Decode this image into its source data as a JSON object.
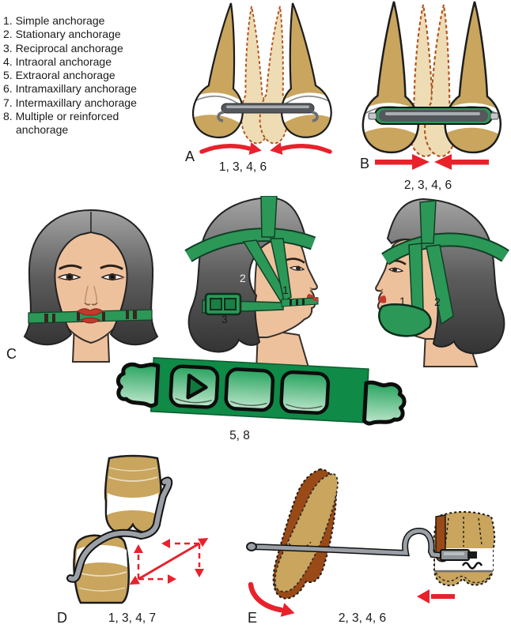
{
  "legend": {
    "items": [
      "1. Simple anchorage",
      "2. Stationary anchorage",
      "3. Reciprocal anchorage",
      "4. Intraoral anchorage",
      "5. Extraoral anchorage",
      "6. Intramaxillary anchorage",
      "7. Intermaxillary anchorage",
      "8. Multiple or reinforced anchorage"
    ]
  },
  "panels": {
    "a": {
      "letter": "A",
      "codes": "1, 3, 4, 6"
    },
    "b": {
      "letter": "B",
      "codes": "2, 3, 4, 6"
    },
    "c": {
      "letter": "C"
    },
    "extraoral_strap": {
      "codes": "5, 8"
    },
    "d": {
      "letter": "D",
      "codes": "1, 3, 4, 7"
    },
    "e": {
      "letter": "E",
      "codes": "2, 3, 4, 6"
    }
  },
  "head_labels": {
    "profile_right": {
      "facebow": "1",
      "headcap": "2",
      "neck_strap": "3"
    },
    "profile_left": {
      "chin_cup": "1",
      "strap": "2"
    }
  },
  "icons": {
    "converging_curved_arrows": "red arrows tipping crowns together",
    "converging_straight_arrows": "red arrows bodily movement",
    "force_vector_diagram": "solid diagonal with dashed components",
    "play_triangle": "triangle emblem on strap segment"
  },
  "colors": {
    "strap_green": "#2b9858",
    "band_green": "#0f8a47",
    "green_outline": "#0b3d22",
    "arrow_red": "#e8212b",
    "tooth_tan": "#c9a55e",
    "ghost_tan": "#eedcb4",
    "ghost_outline": "#b0521d",
    "skin": "#eec19d",
    "hair_gray": "#6e6e6e",
    "lip_red": "#c23a2c",
    "wire_gray": "#9aa0a6",
    "root_brown": "#9a4a16"
  }
}
